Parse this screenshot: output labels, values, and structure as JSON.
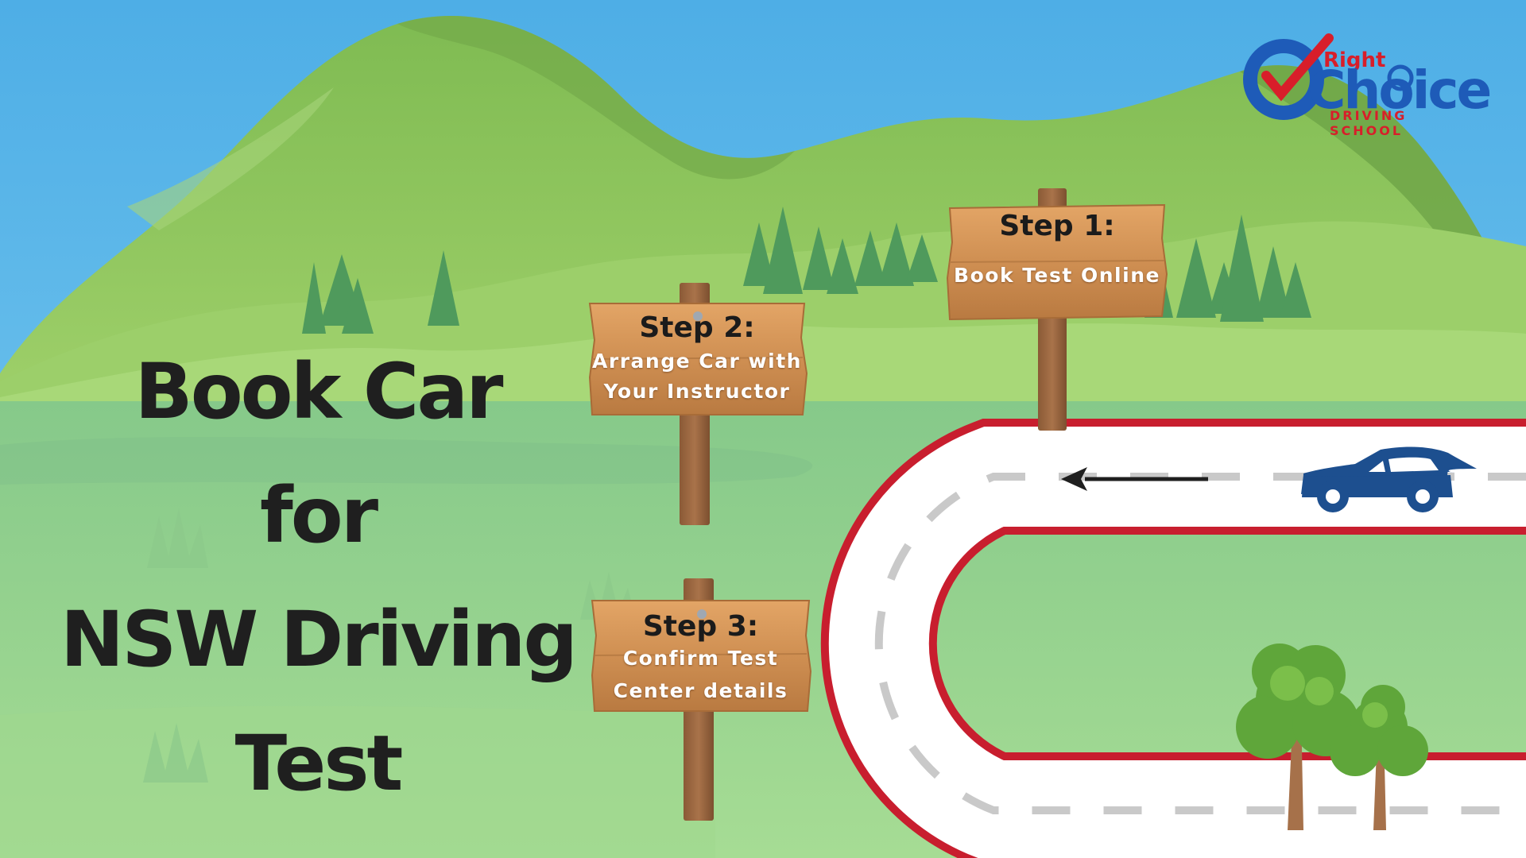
{
  "headline": {
    "line1": "Book Car",
    "line2": "for",
    "line3": "NSW Driving",
    "line4": "Test"
  },
  "steps": [
    {
      "title": "Step 1:",
      "line1": "Book Test Online",
      "line2": ""
    },
    {
      "title": "Step 2:",
      "line1": "Arrange Car with",
      "line2": "Your Instructor"
    },
    {
      "title": "Step 3:",
      "line1": "Confirm Test",
      "line2": "Center details"
    }
  ],
  "logo": {
    "top": "Right",
    "main": "Choice",
    "sub": "DRIVING SCHOOL"
  },
  "colors": {
    "sky": "#5ab6e8",
    "mountain": "#8cc35a",
    "meadow": "#8fcf8a",
    "road_border": "#c81e2e",
    "car": "#1d4f8f",
    "wood": "#d99a5c",
    "logo_blue": "#1e5bb8",
    "logo_red": "#d81e2a"
  },
  "icons": [
    "car-icon",
    "left-arrow-icon",
    "tree-icon",
    "pine-tree-icon",
    "wooden-sign-icon",
    "checkmark-icon",
    "steering-wheel-icon"
  ]
}
